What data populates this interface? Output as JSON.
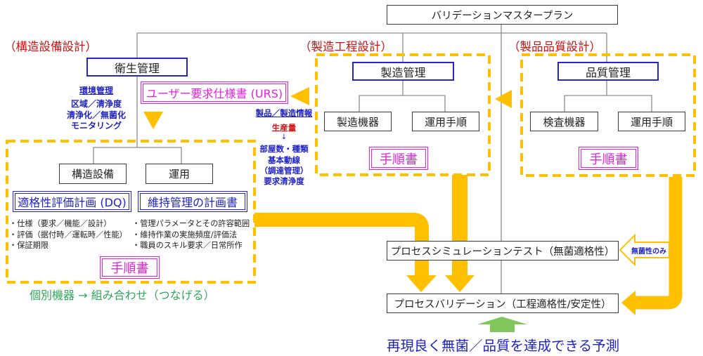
{
  "colors": {
    "orange": "#FFC000",
    "blue": "#2626C8",
    "blue_text": "#1F22C4",
    "magenta": "#E61EE0",
    "red": "#D01212",
    "green_text": "#2EA85A",
    "green_arrow": "#80C65A",
    "gray": "#8C8C8C"
  },
  "master_plan": {
    "label": "バリデーションマスタープラン"
  },
  "structure": {
    "title": "（構造設備設計）",
    "head": "衛生管理",
    "env_notes": [
      "環境管理",
      "区域／清浄度",
      "清浄化／無菌化",
      "モニタリング"
    ],
    "urs": "ユーザー要求仕様書 (URS)",
    "children": [
      "構造設備",
      "運用"
    ],
    "plans": [
      "適格性評価計画 (DQ)",
      "維持管理の計画書"
    ],
    "bullets_left": [
      "・仕様（要求／機能／設計）",
      "・評価（据付時／運転時／性能）",
      "・保証期限"
    ],
    "bullets_right": [
      "・管理パラメータとその許容範囲",
      "・維持作業の実施頻度/評価法",
      "・職員のスキル要求／日常所作"
    ],
    "procedure": "手順書",
    "caption": "個別機器 → 組み合わせ（つなげる）"
  },
  "process": {
    "title": "（製造工程設計）",
    "head": "製造管理",
    "children": [
      "製造機器",
      "運用手順"
    ],
    "procedure": "手順書"
  },
  "quality": {
    "title": "（製品品質設計）",
    "head": "品質管理",
    "children": [
      "検査機器",
      "運用手順"
    ],
    "procedure": "手順書"
  },
  "info_flow": {
    "header": "製品／製造情報",
    "volume": "生産量",
    "arrow": "↓",
    "items": [
      "部屋数・種類",
      "基本動線",
      "（調達管理）",
      "要求清浄度"
    ]
  },
  "process_simulation": "プロセスシミュレーションテスト（無菌適格性）",
  "sterility_only": "無菌性のみ",
  "process_validation": "プロセスバリデーション（工程適格性/安定性）",
  "prediction": "再現良く無菌／品質を達成できる予測"
}
